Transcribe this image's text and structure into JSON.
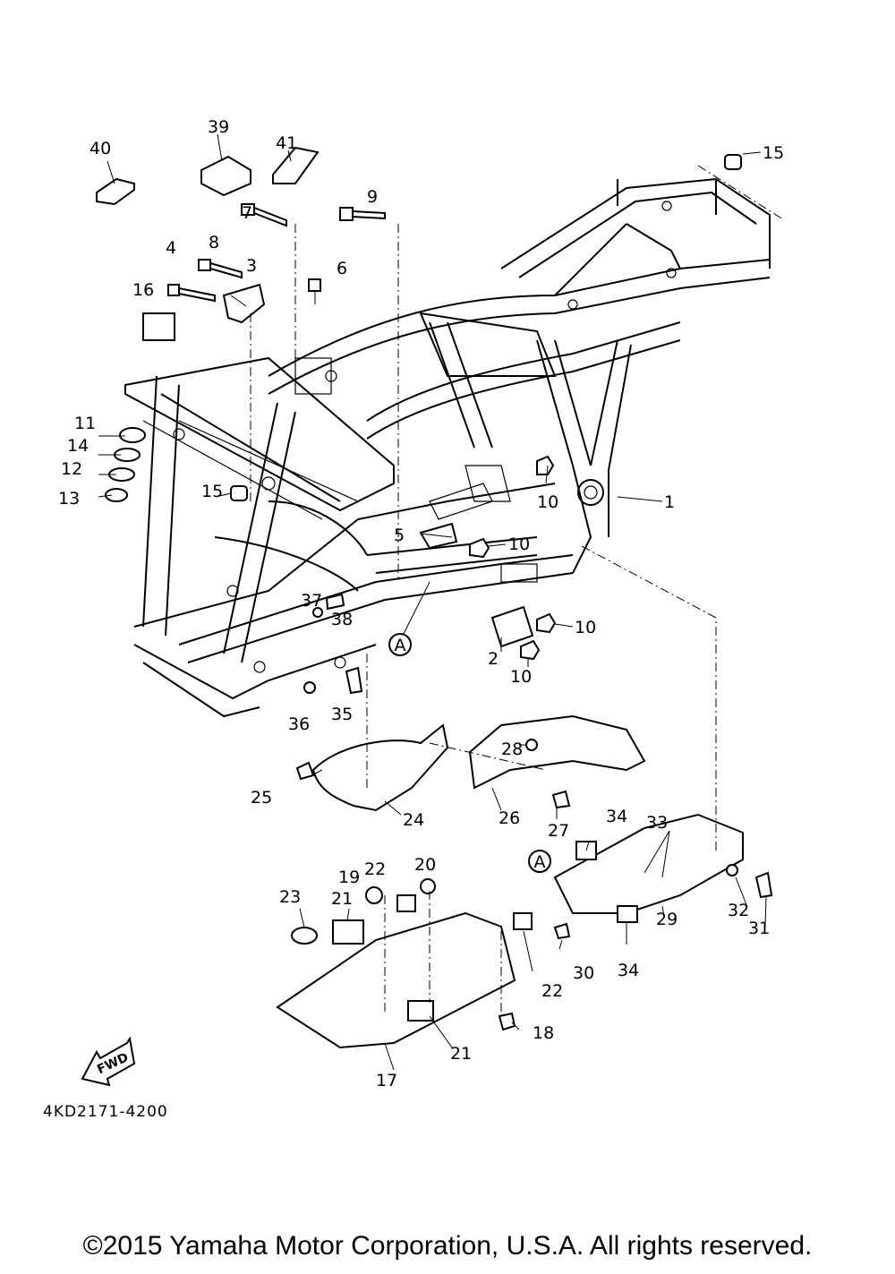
{
  "diagram": {
    "part_labels": [
      {
        "id": "p1",
        "text": "1"
      },
      {
        "id": "p2",
        "text": "2"
      },
      {
        "id": "p3",
        "text": "3"
      },
      {
        "id": "p4",
        "text": "4"
      },
      {
        "id": "p5",
        "text": "5"
      },
      {
        "id": "p6",
        "text": "6"
      },
      {
        "id": "p7",
        "text": "7"
      },
      {
        "id": "p8",
        "text": "8"
      },
      {
        "id": "p9",
        "text": "9"
      },
      {
        "id": "p10a",
        "text": "10"
      },
      {
        "id": "p10b",
        "text": "10"
      },
      {
        "id": "p10c",
        "text": "10"
      },
      {
        "id": "p10d",
        "text": "10"
      },
      {
        "id": "p11",
        "text": "11"
      },
      {
        "id": "p12",
        "text": "12"
      },
      {
        "id": "p13",
        "text": "13"
      },
      {
        "id": "p14",
        "text": "14"
      },
      {
        "id": "p15a",
        "text": "15"
      },
      {
        "id": "p15b",
        "text": "15"
      },
      {
        "id": "p16",
        "text": "16"
      },
      {
        "id": "p17",
        "text": "17"
      },
      {
        "id": "p18",
        "text": "18"
      },
      {
        "id": "p19",
        "text": "19"
      },
      {
        "id": "p20",
        "text": "20"
      },
      {
        "id": "p21a",
        "text": "21"
      },
      {
        "id": "p21b",
        "text": "21"
      },
      {
        "id": "p22a",
        "text": "22"
      },
      {
        "id": "p22b",
        "text": "22"
      },
      {
        "id": "p23",
        "text": "23"
      },
      {
        "id": "p24",
        "text": "24"
      },
      {
        "id": "p25",
        "text": "25"
      },
      {
        "id": "p26",
        "text": "26"
      },
      {
        "id": "p27",
        "text": "27"
      },
      {
        "id": "p28",
        "text": "28"
      },
      {
        "id": "p29",
        "text": "29"
      },
      {
        "id": "p30",
        "text": "30"
      },
      {
        "id": "p31",
        "text": "31"
      },
      {
        "id": "p32",
        "text": "32"
      },
      {
        "id": "p33",
        "text": "33"
      },
      {
        "id": "p34a",
        "text": "34"
      },
      {
        "id": "p34b",
        "text": "34"
      },
      {
        "id": "p35",
        "text": "35"
      },
      {
        "id": "p36",
        "text": "36"
      },
      {
        "id": "p37",
        "text": "37"
      },
      {
        "id": "p38",
        "text": "38"
      },
      {
        "id": "p39",
        "text": "39"
      },
      {
        "id": "p40",
        "text": "40"
      },
      {
        "id": "p41",
        "text": "41"
      }
    ],
    "ref_marks": [
      {
        "id": "refA1",
        "text": "A"
      },
      {
        "id": "refA2",
        "text": "A"
      }
    ],
    "fwd_arrow": "FWD",
    "diagram_code": "4KD2171-4200"
  },
  "footer": {
    "copyright": "©2015 Yamaha Motor Corporation, U.S.A. All rights reserved."
  }
}
